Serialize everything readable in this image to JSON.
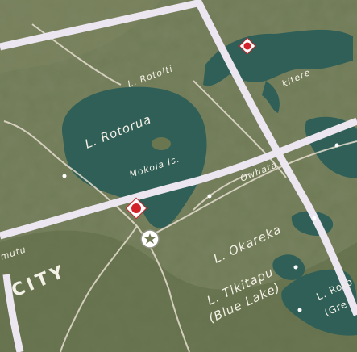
{
  "map": {
    "labels": {
      "l_rotoiti": "L. Rotoiti",
      "l_rotorua_line1": "L. Rotorua",
      "mokoia": "Mokoia Is.",
      "owhata": "Owhata",
      "kitere": "kitere",
      "l_okareka": "L. Okareka",
      "l_tikitapu": "L. Tikitapu",
      "blue_lake": "(Blue Lake)",
      "l_rot_edge": "L. Roto",
      "gre_edge": "(Gre",
      "mutu": "mutu",
      "city": "CITY"
    },
    "colors": {
      "terrain": "#6f7a55",
      "lake": "#2f5f57",
      "road": "#e6ded0",
      "frame": "#ece6f0",
      "marker_red": "#d2232a",
      "marker_fill": "#ffffff"
    },
    "icons": {
      "airport_marker": "diamond-marker-icon",
      "city_star": "star-circle-icon"
    }
  }
}
